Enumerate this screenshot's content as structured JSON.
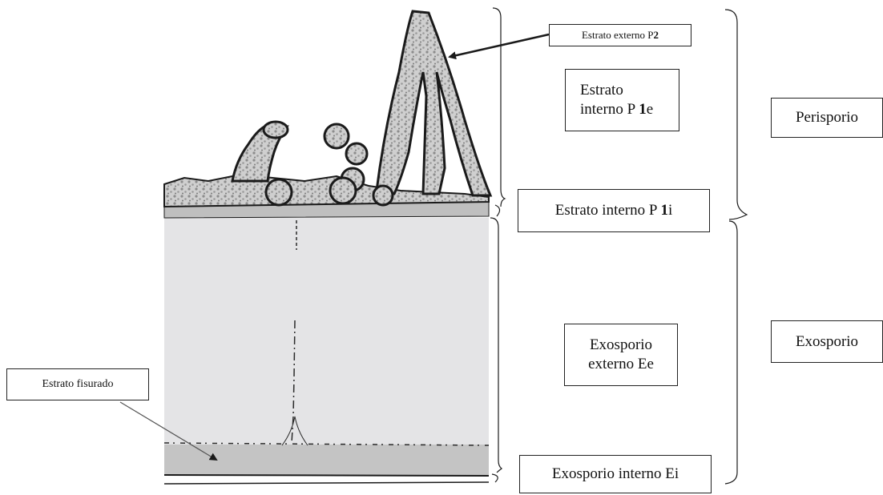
{
  "colors": {
    "stroke": "#1a1a1a",
    "exine_fill": "#e4e4e6",
    "inner_fill": "#c4c4c4",
    "perine_fill": "#bfbfbf",
    "background": "#ffffff"
  },
  "labels": {
    "estrato_externo_p2": {
      "pre": "Estrato externo P",
      "bold": "2",
      "post": ""
    },
    "estrato_interno_p1e": {
      "line1": "Estrato",
      "pre": "interno P ",
      "bold": "1",
      "post": "e"
    },
    "estrato_interno_p1i": {
      "pre": "Estrato interno P ",
      "bold": "1",
      "post": "i"
    },
    "perisporio": "Perisporio",
    "exosporio": "Exosporio",
    "exosporio_externo": {
      "line1": "Exosporio",
      "line2": "externo Ee"
    },
    "exosporio_interno": "Exosporio interno Ei",
    "estrato_fisurado": "Estrato fisurado"
  }
}
